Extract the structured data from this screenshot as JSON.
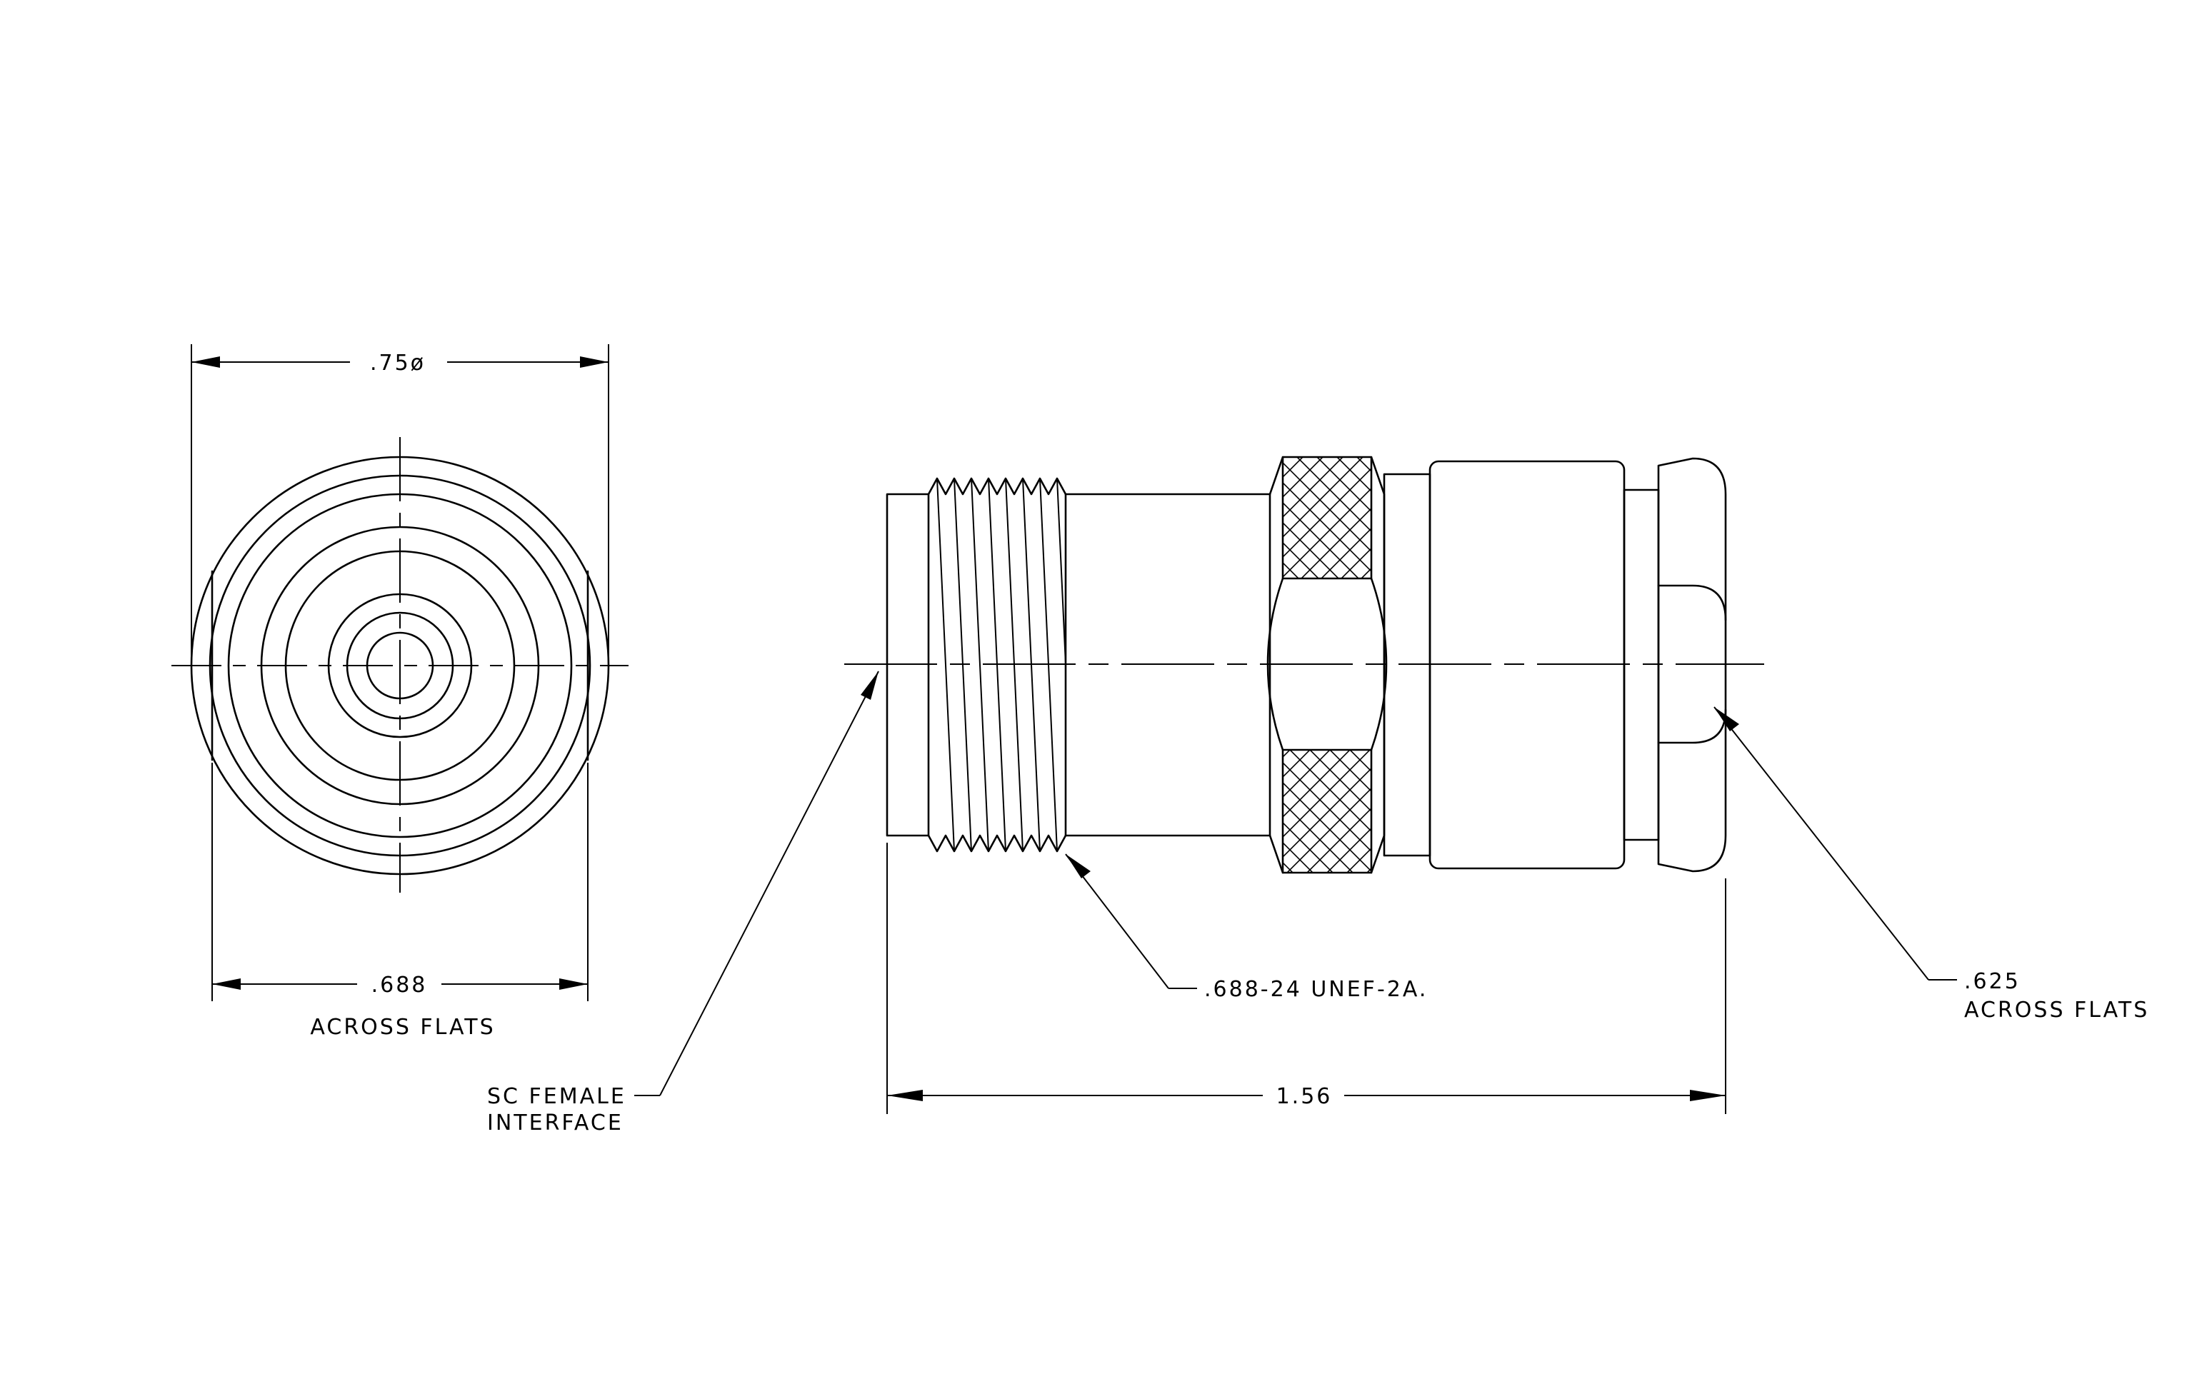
{
  "labels": {
    "dia_750": ".75ø",
    "flats_688_value": ".688",
    "flats_688_text": "ACROSS FLATS",
    "thread_spec": ".688-24 UNEF-2A.",
    "flats_625_value": ".625",
    "flats_625_text": "ACROSS FLATS",
    "interface_line1": "SC FEMALE",
    "interface_line2": "INTERFACE",
    "length_156": "1.56"
  }
}
